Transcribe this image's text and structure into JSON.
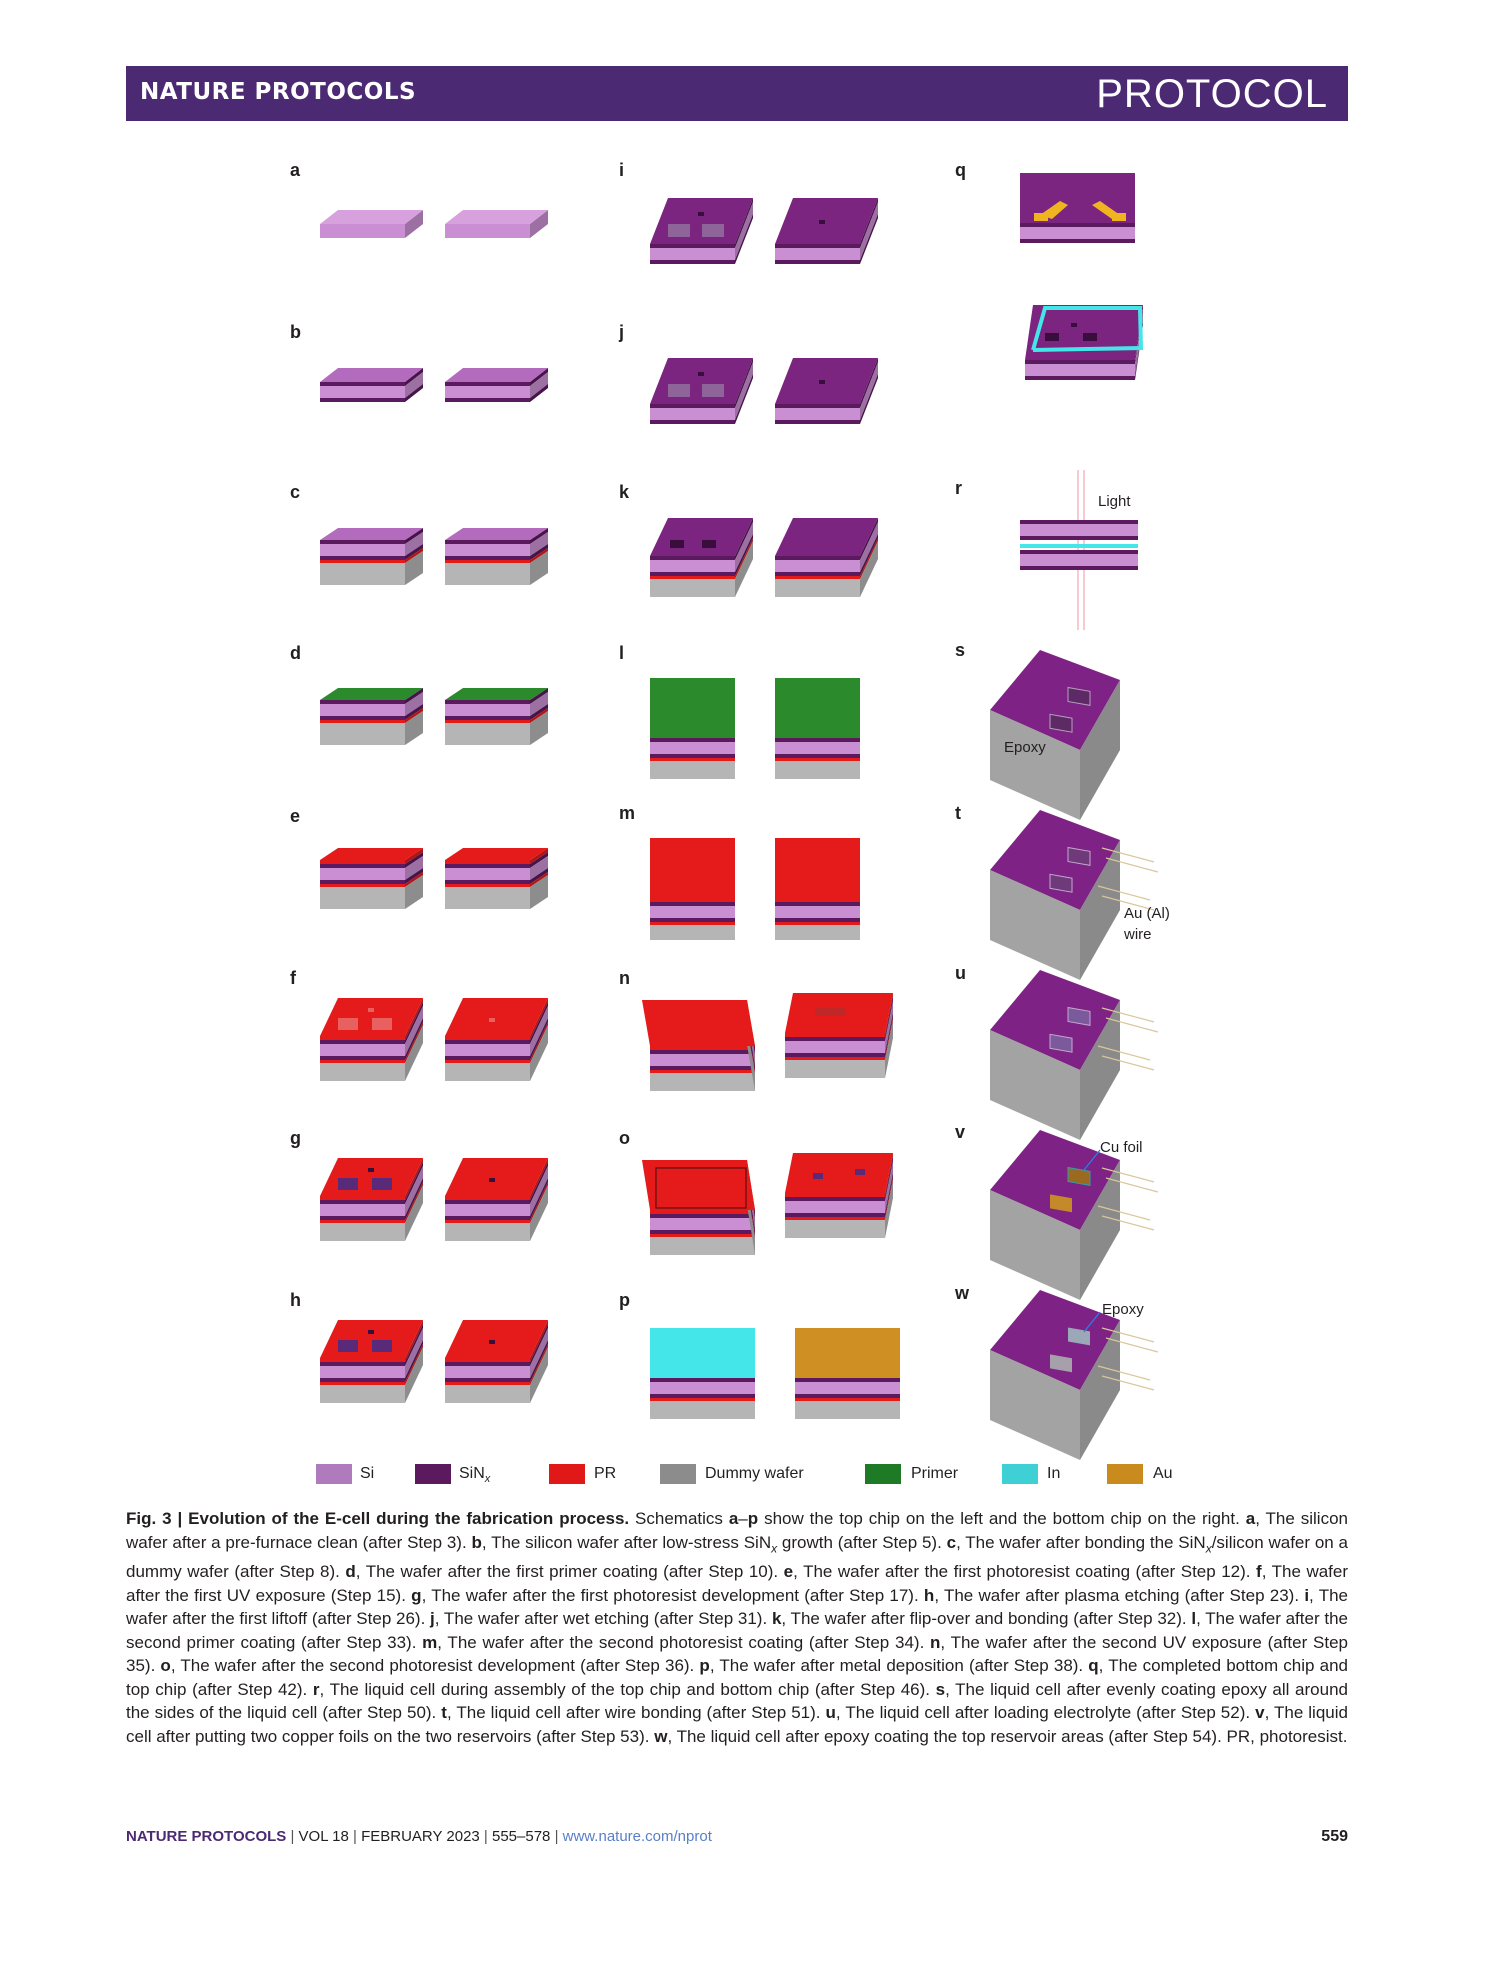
{
  "header": {
    "journal": "NATURE PROTOCOLS",
    "section": "PROTOCOL"
  },
  "panel_labels": {
    "a": "a",
    "b": "b",
    "c": "c",
    "d": "d",
    "e": "e",
    "f": "f",
    "g": "g",
    "h": "h",
    "i": "i",
    "j": "j",
    "k": "k",
    "l": "l",
    "m": "m",
    "n": "n",
    "o": "o",
    "p": "p",
    "q": "q",
    "r": "r",
    "s": "s",
    "t": "t",
    "u": "u",
    "v": "v",
    "w": "w"
  },
  "annotations": {
    "light": "Light",
    "epoxy_s": "Epoxy",
    "au_wire_1": "Au (Al)",
    "au_wire_2": "wire",
    "cu_foil": "Cu foil",
    "epoxy_w": "Epoxy"
  },
  "legend": [
    {
      "label": "Si",
      "color": "#b07bbd"
    },
    {
      "label": "SiN",
      "sub": "x",
      "color": "#5b1a5e"
    },
    {
      "label": "PR",
      "color": "#e01818"
    },
    {
      "label": "Dummy wafer",
      "color": "#8c8c8c"
    },
    {
      "label": "Primer",
      "color": "#1e7a24"
    },
    {
      "label": "In",
      "color": "#3ed0d4"
    },
    {
      "label": "Au",
      "color": "#c98a1e"
    }
  ],
  "colors": {
    "si": "#c98fd2",
    "sinx": "#5b1a5e",
    "pr": "#e51b1b",
    "dummy": "#b5b5b5",
    "primer": "#2b8a2b",
    "in": "#45e6ea",
    "au": "#d08f22",
    "cell_top": "#7f2286",
    "brand": "#4c2a73"
  },
  "caption": {
    "fig_label": "Fig. 3 | Evolution of the E-cell during the fabrication process.",
    "t1": " Schematics ",
    "t2": "a",
    "t3": "–",
    "t4": "p",
    "t5": " show the top chip on the left and the bottom chip on the right. ",
    "a": "a",
    "a_text": ", The silicon wafer after a pre-furnace clean (after Step 3). ",
    "b": "b",
    "b_text": ", The silicon wafer after low-stress SiN",
    "b_sub": "x",
    "b_text2": " growth (after Step 5). ",
    "c": "c",
    "c_text": ", The wafer after bonding the SiN",
    "c_sub": "x",
    "c_text2": "/silicon wafer on a dummy wafer (after Step 8). ",
    "d": "d",
    "d_text": ", The wafer after the first primer coating (after Step 10). ",
    "e": "e",
    "e_text": ", The wafer after the first photoresist coating (after Step 12). ",
    "f": "f",
    "f_text": ", The wafer after the first UV exposure (Step 15). ",
    "g": "g",
    "g_text": ", The wafer after the first photoresist development (after Step 17). ",
    "h": "h",
    "h_text": ", The wafer after plasma etching (after Step 23). ",
    "i": "i",
    "i_text": ", The wafer after the first liftoff (after Step 26). ",
    "j": "j",
    "j_text": ", The wafer after wet etching (after Step 31). ",
    "k": "k",
    "k_text": ", The wafer after flip-over and bonding (after Step 32). ",
    "l": "l",
    "l_text": ", The wafer after the second primer coating (after Step 33). ",
    "m": "m",
    "m_text": ", The wafer after the second photoresist coating (after Step 34). ",
    "n": "n",
    "n_text": ", The wafer after the second UV exposure (after Step 35). ",
    "o": "o",
    "o_text": ", The wafer after the second photoresist development (after Step 36). ",
    "p": "p",
    "p_text": ", The wafer after metal deposition (after Step 38). ",
    "q": "q",
    "q_text": ", The completed bottom chip and top chip (after Step 42). ",
    "r": "r",
    "r_text": ", The liquid cell during assembly of the top chip and bottom chip (after Step 46). ",
    "s": "s",
    "s_text": ", The liquid cell after evenly coating epoxy all around the sides of the liquid cell (after Step 50). ",
    "t": "t",
    "t_text": ", The liquid cell after wire bonding (after Step 51). ",
    "u": "u",
    "u_text": ", The liquid cell after loading electrolyte (after Step 52). ",
    "v": "v",
    "v_text": ", The liquid cell after putting two copper foils on the two reservoirs (after Step 53). ",
    "w": "w",
    "w_text": ", The liquid cell after epoxy coating the top reservoir areas (after Step 54). PR, photoresist."
  },
  "footer": {
    "journal": "NATURE PROTOCOLS",
    "vol": "VOL 18",
    "date": "FEBRUARY 2023",
    "pages": "555–578",
    "url": "www.nature.com/nprot",
    "page_number": "559"
  }
}
